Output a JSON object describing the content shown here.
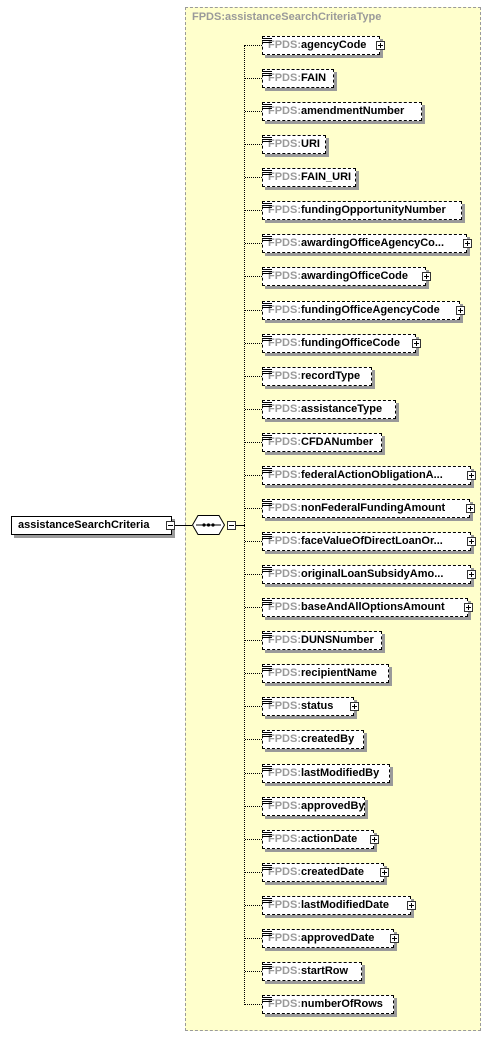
{
  "type_title": "FPDS:assistanceSearchCriteriaType",
  "root_element": "assistanceSearchCriteria",
  "elements": [
    {
      "prefix": "FPDS:",
      "name": "agencyCode",
      "expandable": true
    },
    {
      "prefix": "FPDS:",
      "name": "FAIN",
      "expandable": false
    },
    {
      "prefix": "FPDS:",
      "name": "amendmentNumber",
      "expandable": false
    },
    {
      "prefix": "FPDS:",
      "name": "URI",
      "expandable": false
    },
    {
      "prefix": "FPDS:",
      "name": "FAIN_URI",
      "expandable": false
    },
    {
      "prefix": "FPDS:",
      "name": "fundingOpportunityNumber",
      "expandable": false
    },
    {
      "prefix": "FPDS:",
      "name": "awardingOfficeAgencyCo...",
      "expandable": true
    },
    {
      "prefix": "FPDS:",
      "name": "awardingOfficeCode",
      "expandable": true
    },
    {
      "prefix": "FPDS:",
      "name": "fundingOfficeAgencyCode",
      "expandable": true
    },
    {
      "prefix": "FPDS:",
      "name": "fundingOfficeCode",
      "expandable": true
    },
    {
      "prefix": "FPDS:",
      "name": "recordType",
      "expandable": false
    },
    {
      "prefix": "FPDS:",
      "name": "assistanceType",
      "expandable": false
    },
    {
      "prefix": "FPDS:",
      "name": "CFDANumber",
      "expandable": false
    },
    {
      "prefix": "FPDS:",
      "name": "federalActionObligationA...",
      "expandable": true
    },
    {
      "prefix": "FPDS:",
      "name": "nonFederalFundingAmount",
      "expandable": true
    },
    {
      "prefix": "FPDS:",
      "name": "faceValueOfDirectLoanOr...",
      "expandable": true
    },
    {
      "prefix": "FPDS:",
      "name": "originalLoanSubsidyAmo...",
      "expandable": true
    },
    {
      "prefix": "FPDS:",
      "name": "baseAndAllOptionsAmount",
      "expandable": true
    },
    {
      "prefix": "FPDS:",
      "name": "DUNSNumber",
      "expandable": false
    },
    {
      "prefix": "FPDS:",
      "name": "recipientName",
      "expandable": false
    },
    {
      "prefix": "FPDS:",
      "name": "status",
      "expandable": true
    },
    {
      "prefix": "FPDS:",
      "name": "createdBy",
      "expandable": false
    },
    {
      "prefix": "FPDS:",
      "name": "lastModifiedBy",
      "expandable": false
    },
    {
      "prefix": "FPDS:",
      "name": "approvedBy",
      "expandable": false
    },
    {
      "prefix": "FPDS:",
      "name": "actionDate",
      "expandable": true
    },
    {
      "prefix": "FPDS:",
      "name": "createdDate",
      "expandable": true
    },
    {
      "prefix": "FPDS:",
      "name": "lastModifiedDate",
      "expandable": true
    },
    {
      "prefix": "FPDS:",
      "name": "approvedDate",
      "expandable": true
    },
    {
      "prefix": "FPDS:",
      "name": "startRow",
      "expandable": false
    },
    {
      "prefix": "FPDS:",
      "name": "numberOfRows",
      "expandable": false
    }
  ]
}
